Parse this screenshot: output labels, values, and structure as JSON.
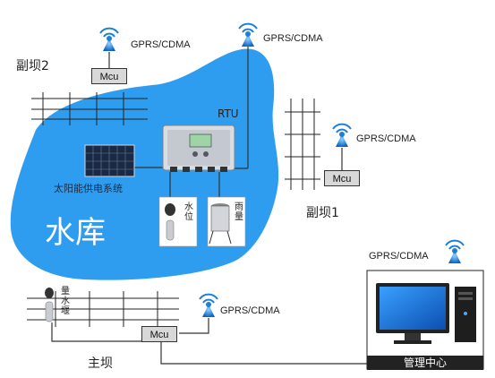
{
  "labels": {
    "reservoir": "水库",
    "rtu": "RTU",
    "solar": "太阳能供电系统",
    "water_level": "水位",
    "rain_gauge": "雨量",
    "seepage": "量水堰",
    "aux_dam_2": "副坝2",
    "aux_dam_1": "副坝1",
    "main_dam": "主坝",
    "management_center": "管理中心"
  },
  "gprs": {
    "top_left": "GPRS/CDMA",
    "top_center": "GPRS/CDMA",
    "right": "GPRS/CDMA",
    "bottom": "GPRS/CDMA",
    "center": "GPRS/CDMA"
  },
  "mcu": {
    "top_left": "Mcu",
    "right": "Mcu",
    "bottom": "Mcu"
  },
  "icons": [
    "antenna-icon",
    "mcu-box",
    "rtu-device",
    "solar-panel",
    "water-level-sensor",
    "rain-gauge",
    "seepage-sensor",
    "computer-monitor",
    "pc-tower"
  ],
  "colors": {
    "reservoir": "#2e9df0",
    "antenna": "#1a80d8",
    "screen": "#1e6fd0"
  }
}
